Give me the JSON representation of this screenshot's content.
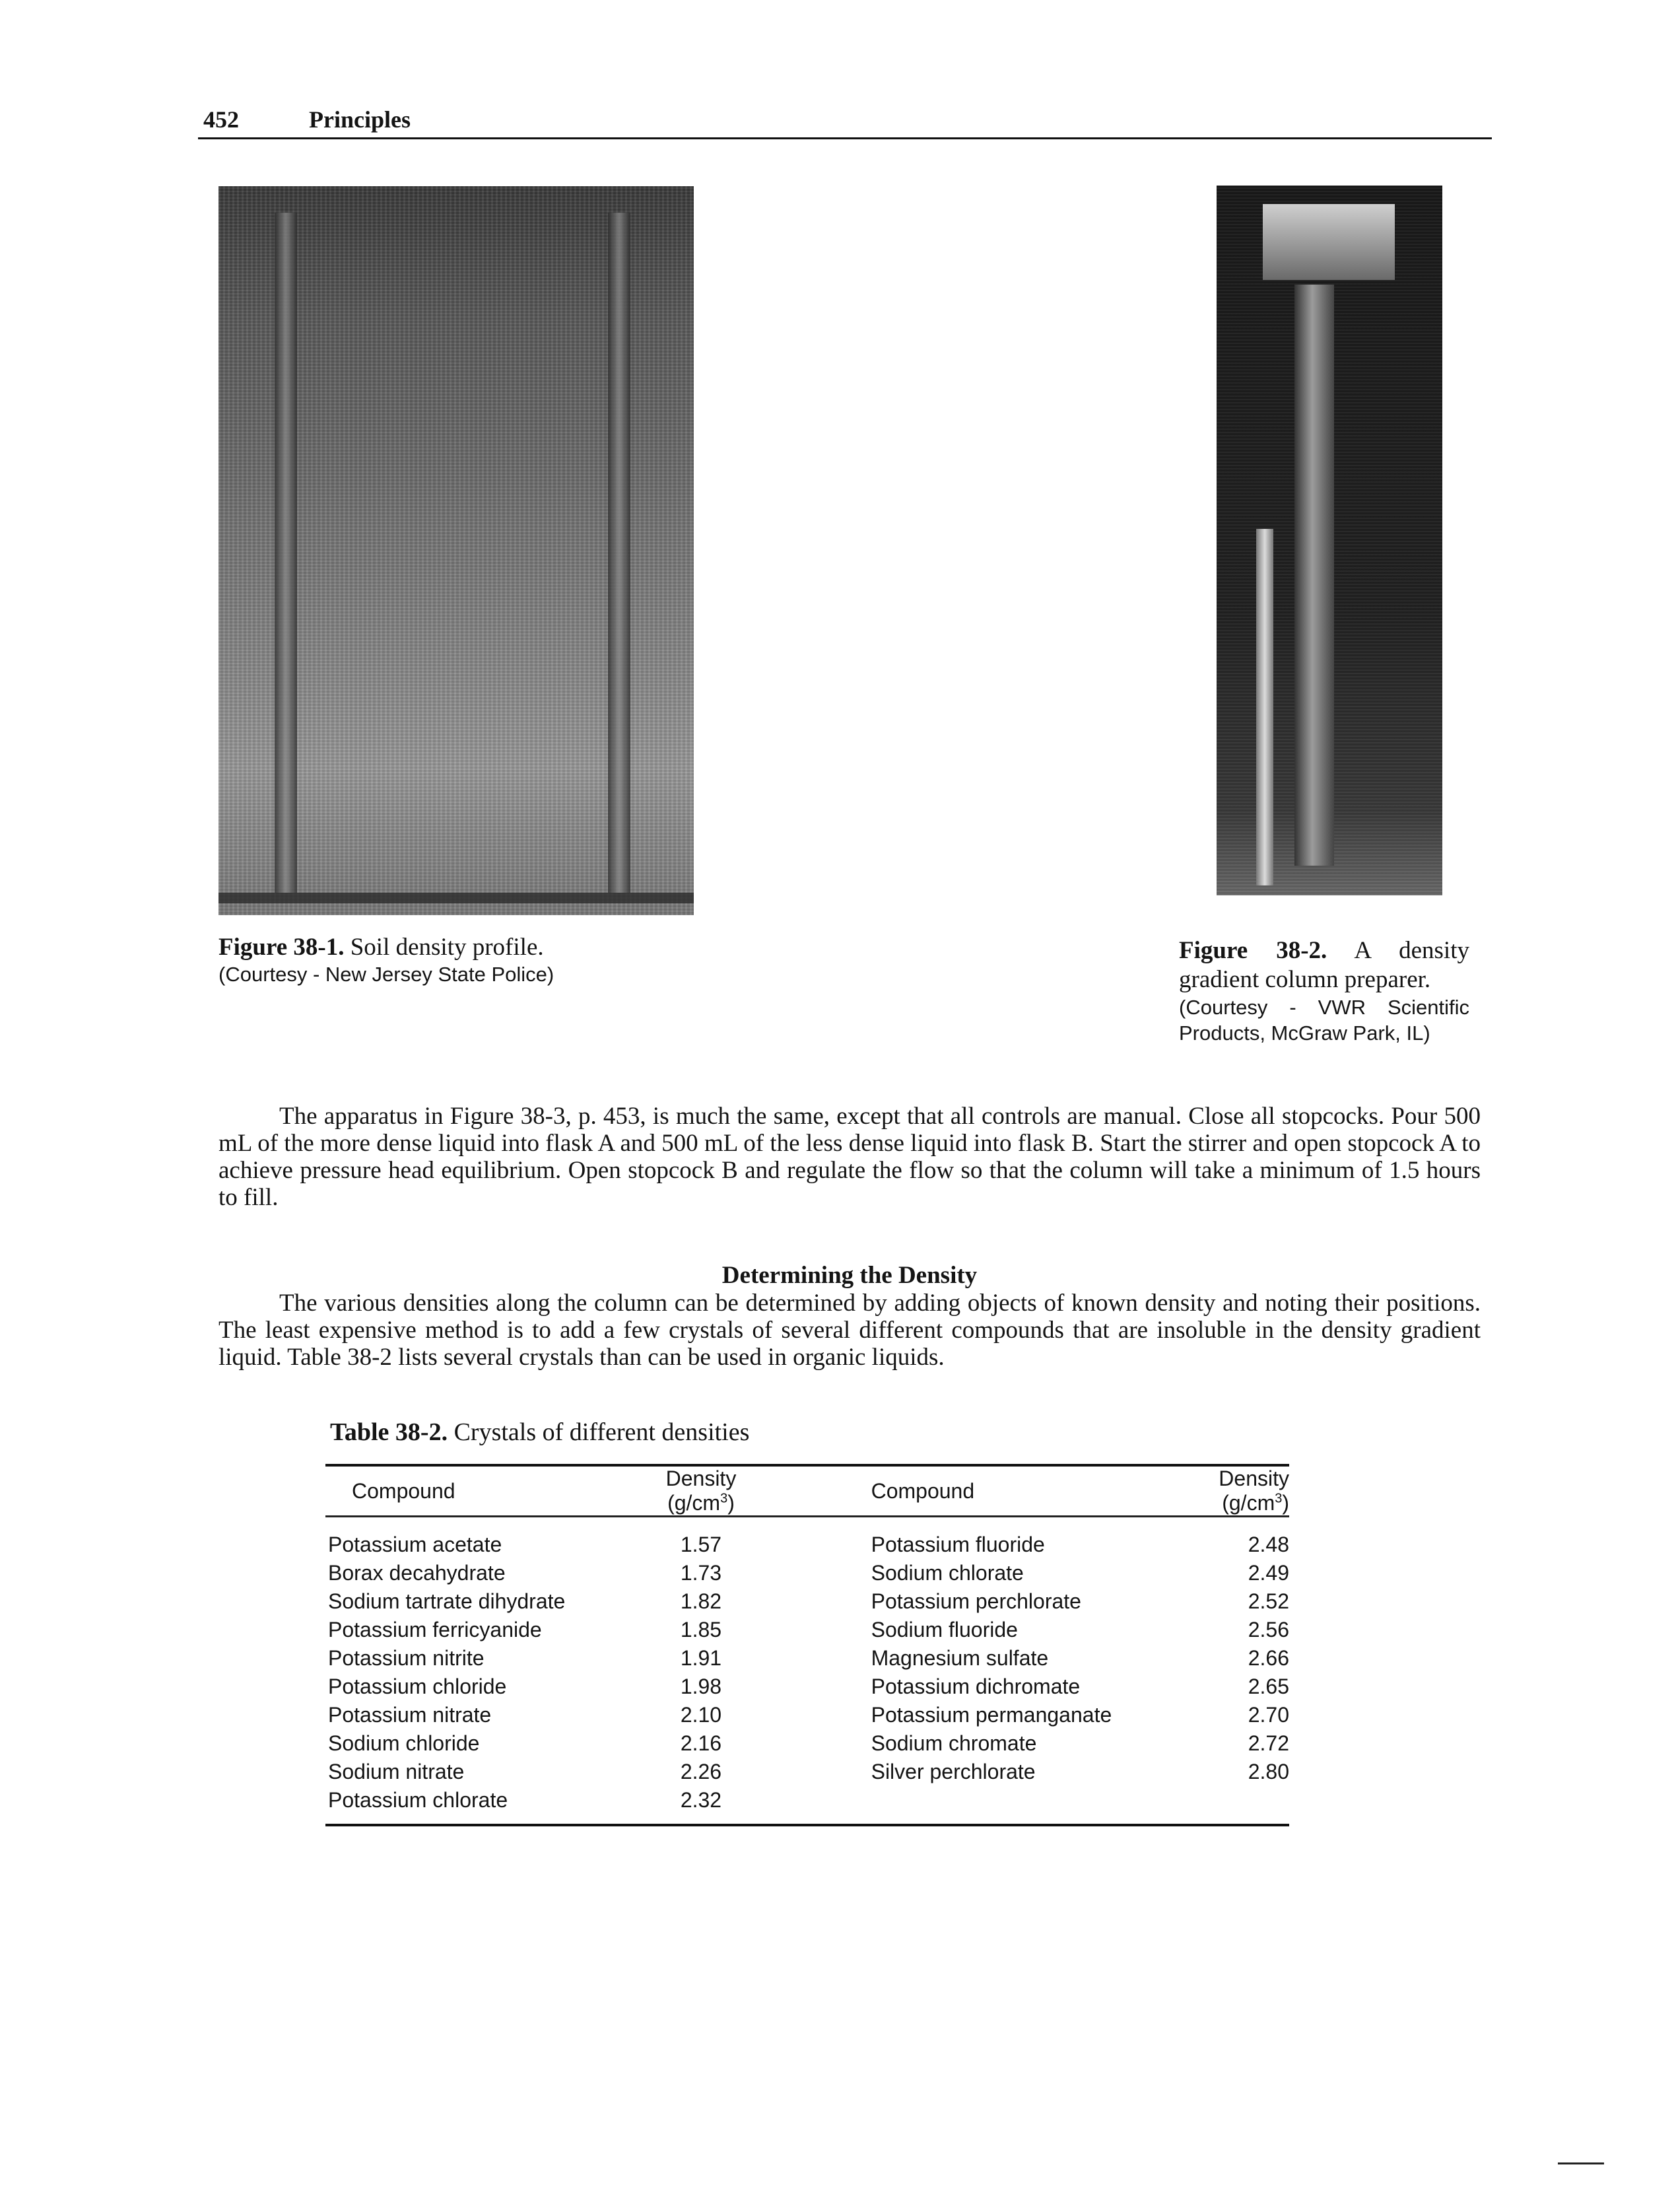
{
  "header": {
    "page_number": "452",
    "running_title": "Principles"
  },
  "figures": {
    "fig1": {
      "label": "Figure 38-1.",
      "title": "Soil density profile.",
      "courtesy": "(Courtesy - New Jersey State Police)"
    },
    "fig2": {
      "label": "Figure 38-2.",
      "title": "A density gradient column preparer.",
      "courtesy": "(Courtesy - VWR Scientific Products, McGraw Park, IL)"
    }
  },
  "body": {
    "para1": "The apparatus in Figure 38-3, p. 453, is much the same, except that all controls are manual. Close all stopcocks. Pour 500 mL of the more dense liquid into flask A and 500 mL of the less dense liquid into flask B. Start the stirrer and open stopcock A to achieve pressure head equilibrium. Open stopcock B and regulate the flow so that the column will take a minimum of 1.5 hours to fill.",
    "section_heading": "Determining the Density",
    "para2": "The various densities along the column can be determined by adding objects of known density and noting their positions. The least expensive method is to add a few crystals of several different compounds that are insoluble in the density gradient liquid. Table 38-2 lists several crystals than can be used in organic liquids."
  },
  "table": {
    "label": "Table 38-2.",
    "title": "Crystals of different densities",
    "headers": {
      "compound": "Compound",
      "density_base": "Density (g/cm",
      "density_exp": "3",
      "density_close": ")"
    },
    "rows": [
      {
        "c1": "Potassium acetate",
        "d1": "1.57",
        "c2": "Potassium fluoride",
        "d2": "2.48"
      },
      {
        "c1": "Borax decahydrate",
        "d1": "1.73",
        "c2": "Sodium chlorate",
        "d2": "2.49"
      },
      {
        "c1": "Sodium tartrate dihydrate",
        "d1": "1.82",
        "c2": "Potassium perchlorate",
        "d2": "2.52"
      },
      {
        "c1": "Potassium ferricyanide",
        "d1": "1.85",
        "c2": "Sodium fluoride",
        "d2": "2.56"
      },
      {
        "c1": "Potassium nitrite",
        "d1": "1.91",
        "c2": "Magnesium sulfate",
        "d2": "2.66"
      },
      {
        "c1": "Potassium chloride",
        "d1": "1.98",
        "c2": "Potassium dichromate",
        "d2": "2.65"
      },
      {
        "c1": "Potassium nitrate",
        "d1": "2.10",
        "c2": "Potassium permanganate",
        "d2": "2.70"
      },
      {
        "c1": "Sodium chloride",
        "d1": "2.16",
        "c2": "Sodium chromate",
        "d2": "2.72"
      },
      {
        "c1": "Sodium nitrate",
        "d1": "2.26",
        "c2": "Silver perchlorate",
        "d2": "2.80"
      },
      {
        "c1": "Potassium chlorate",
        "d1": "2.32",
        "c2": "",
        "d2": ""
      }
    ]
  }
}
